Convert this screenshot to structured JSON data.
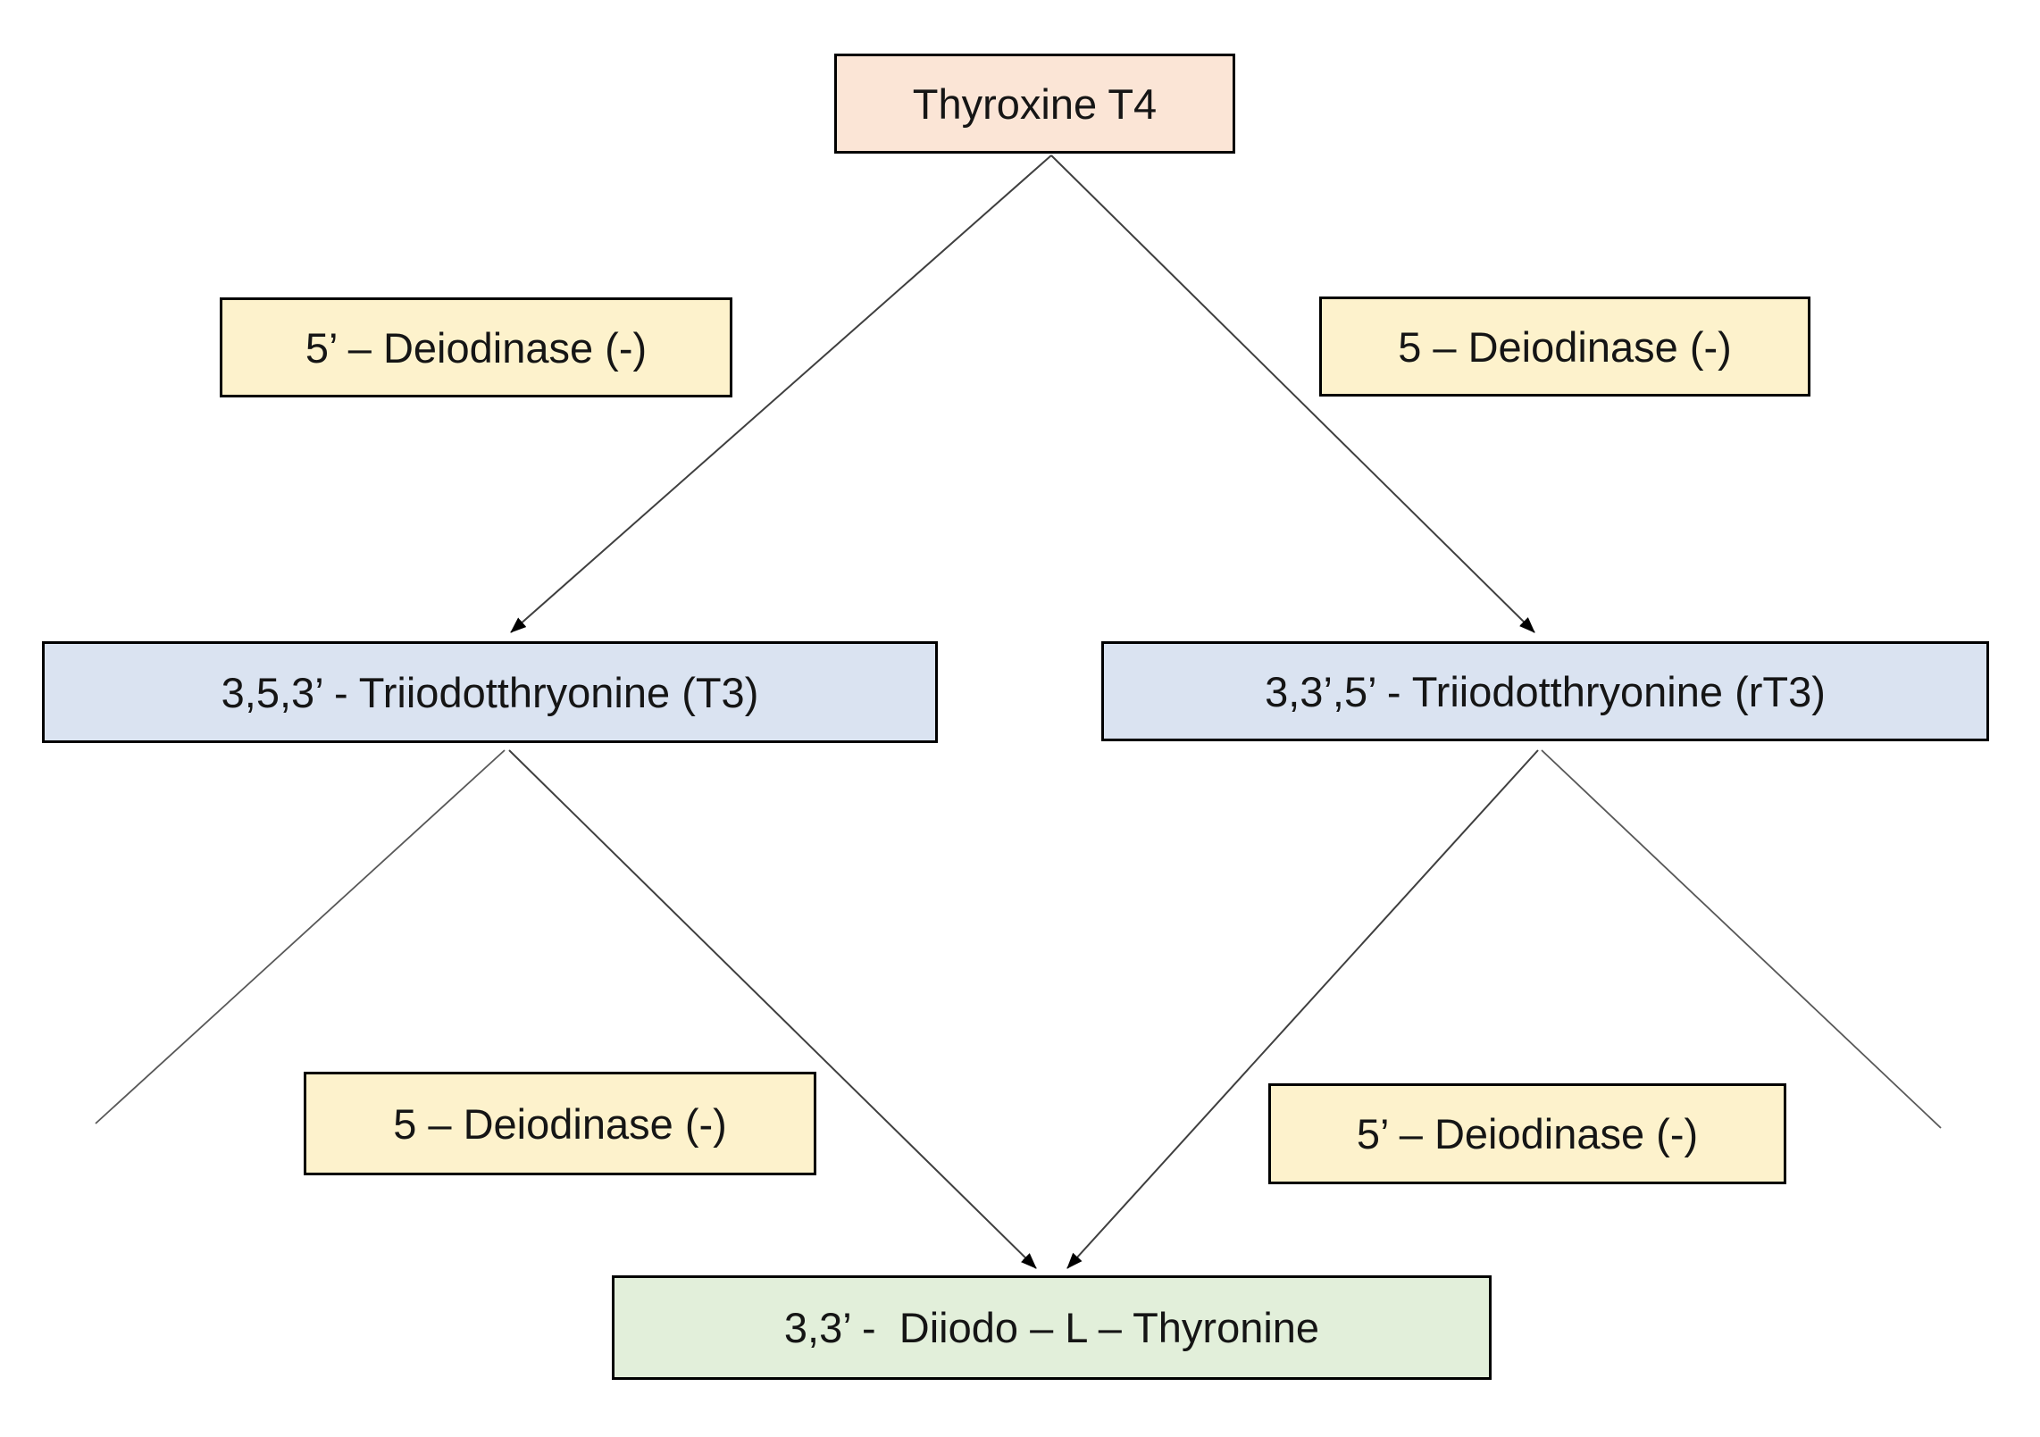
{
  "diagram": {
    "type": "flowchart",
    "background": "#ffffff",
    "nodes": {
      "t4": {
        "label": "Thyroxine T4",
        "role": "substrate",
        "fill": "#fbe5d6"
      },
      "enzyme_upper_left": {
        "label": "5’ – Deiodinase (-)",
        "role": "enzyme",
        "fill": "#fdf2cc"
      },
      "enzyme_upper_right": {
        "label": "5 – Deiodinase (-)",
        "role": "enzyme",
        "fill": "#fdf2cc"
      },
      "t3": {
        "label": "3,5,3’ - Triiodotthryonine (T3)",
        "role": "intermediate",
        "fill": "#dae3f1"
      },
      "rt3": {
        "label": "3,3’,5’ - Triiodotthryonine (rT3)",
        "role": "intermediate",
        "fill": "#dae3f1"
      },
      "enzyme_lower_left": {
        "label": "5 – Deiodinase (-)",
        "role": "enzyme",
        "fill": "#fdf2cc"
      },
      "enzyme_lower_right": {
        "label": "5’ – Deiodinase (-)",
        "role": "enzyme",
        "fill": "#fdf2cc"
      },
      "diiodothyronine": {
        "label": "3,3’ -  Diiodo – L – Thyronine",
        "role": "product",
        "fill": "#e2efda"
      }
    },
    "edges": [
      {
        "from": "t4",
        "to": "t3",
        "arrow": true,
        "enzyme_label": "5’ – Deiodinase (-)"
      },
      {
        "from": "t4",
        "to": "rt3",
        "arrow": true,
        "enzyme_label": "5 – Deiodinase (-)"
      },
      {
        "from": "t3",
        "to": "diiodothyronine",
        "arrow": true,
        "enzyme_label": "5 – Deiodinase (-)"
      },
      {
        "from": "rt3",
        "to": "diiodothyronine",
        "arrow": true,
        "enzyme_label": "5’ – Deiodinase (-)"
      },
      {
        "from": "t3",
        "to": "open-end-lower-left",
        "arrow": false
      },
      {
        "from": "rt3",
        "to": "open-end-lower-right",
        "arrow": false
      }
    ],
    "colors": {
      "border": "#000000",
      "line": "#3f3f3f",
      "open_line": "#585858",
      "text": "#151515",
      "substrate_fill": "#fbe5d6",
      "enzyme_fill": "#fdf2cc",
      "intermediate_fill": "#dae3f1",
      "product_fill": "#e2efda"
    }
  }
}
